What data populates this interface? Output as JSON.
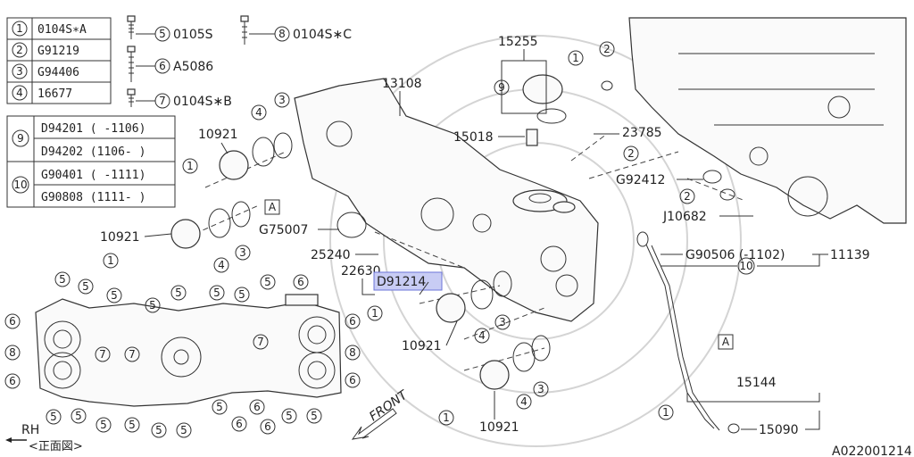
{
  "legend": {
    "rows": [
      {
        "key": "1",
        "code": "0104S∗A"
      },
      {
        "key": "2",
        "code": "G91219"
      },
      {
        "key": "3",
        "code": "G94406"
      },
      {
        "key": "4",
        "code": "16677"
      }
    ],
    "ranges": [
      {
        "key": "9",
        "lines": [
          "D94201 ( -1106)",
          "D94202 (1106- )"
        ]
      },
      {
        "key": "10",
        "lines": [
          "G90401 ( -1111)",
          "G90808 (1111- )"
        ]
      }
    ]
  },
  "bolts": [
    {
      "key": "5",
      "code": "0105S"
    },
    {
      "key": "8",
      "code": "0104S∗C"
    },
    {
      "key": "6",
      "code": "A5086"
    },
    {
      "key": "7",
      "code": "0104S∗B"
    }
  ],
  "parts": {
    "p13108": "13108",
    "p15255": "15255",
    "p15018": "15018",
    "p23785": "23785",
    "pG92412": "G92412",
    "pJ10682": "J10682",
    "pG75007": "G75007",
    "p25240": "25240",
    "p22630": "22630",
    "pD91214": "D91214",
    "p10921a": "10921",
    "p10921b": "10921",
    "p10921c": "10921",
    "p10921d": "10921",
    "pG90506": "G90506 (-1102)",
    "p11139": "11139",
    "p15144": "15144",
    "p15090": "15090"
  },
  "highlight_color": "#c8ccf4",
  "ref_box": "A",
  "front_label": "FRONT",
  "rh_label": "RH",
  "view_label": "<正面図>",
  "figure_id": "A022001214"
}
